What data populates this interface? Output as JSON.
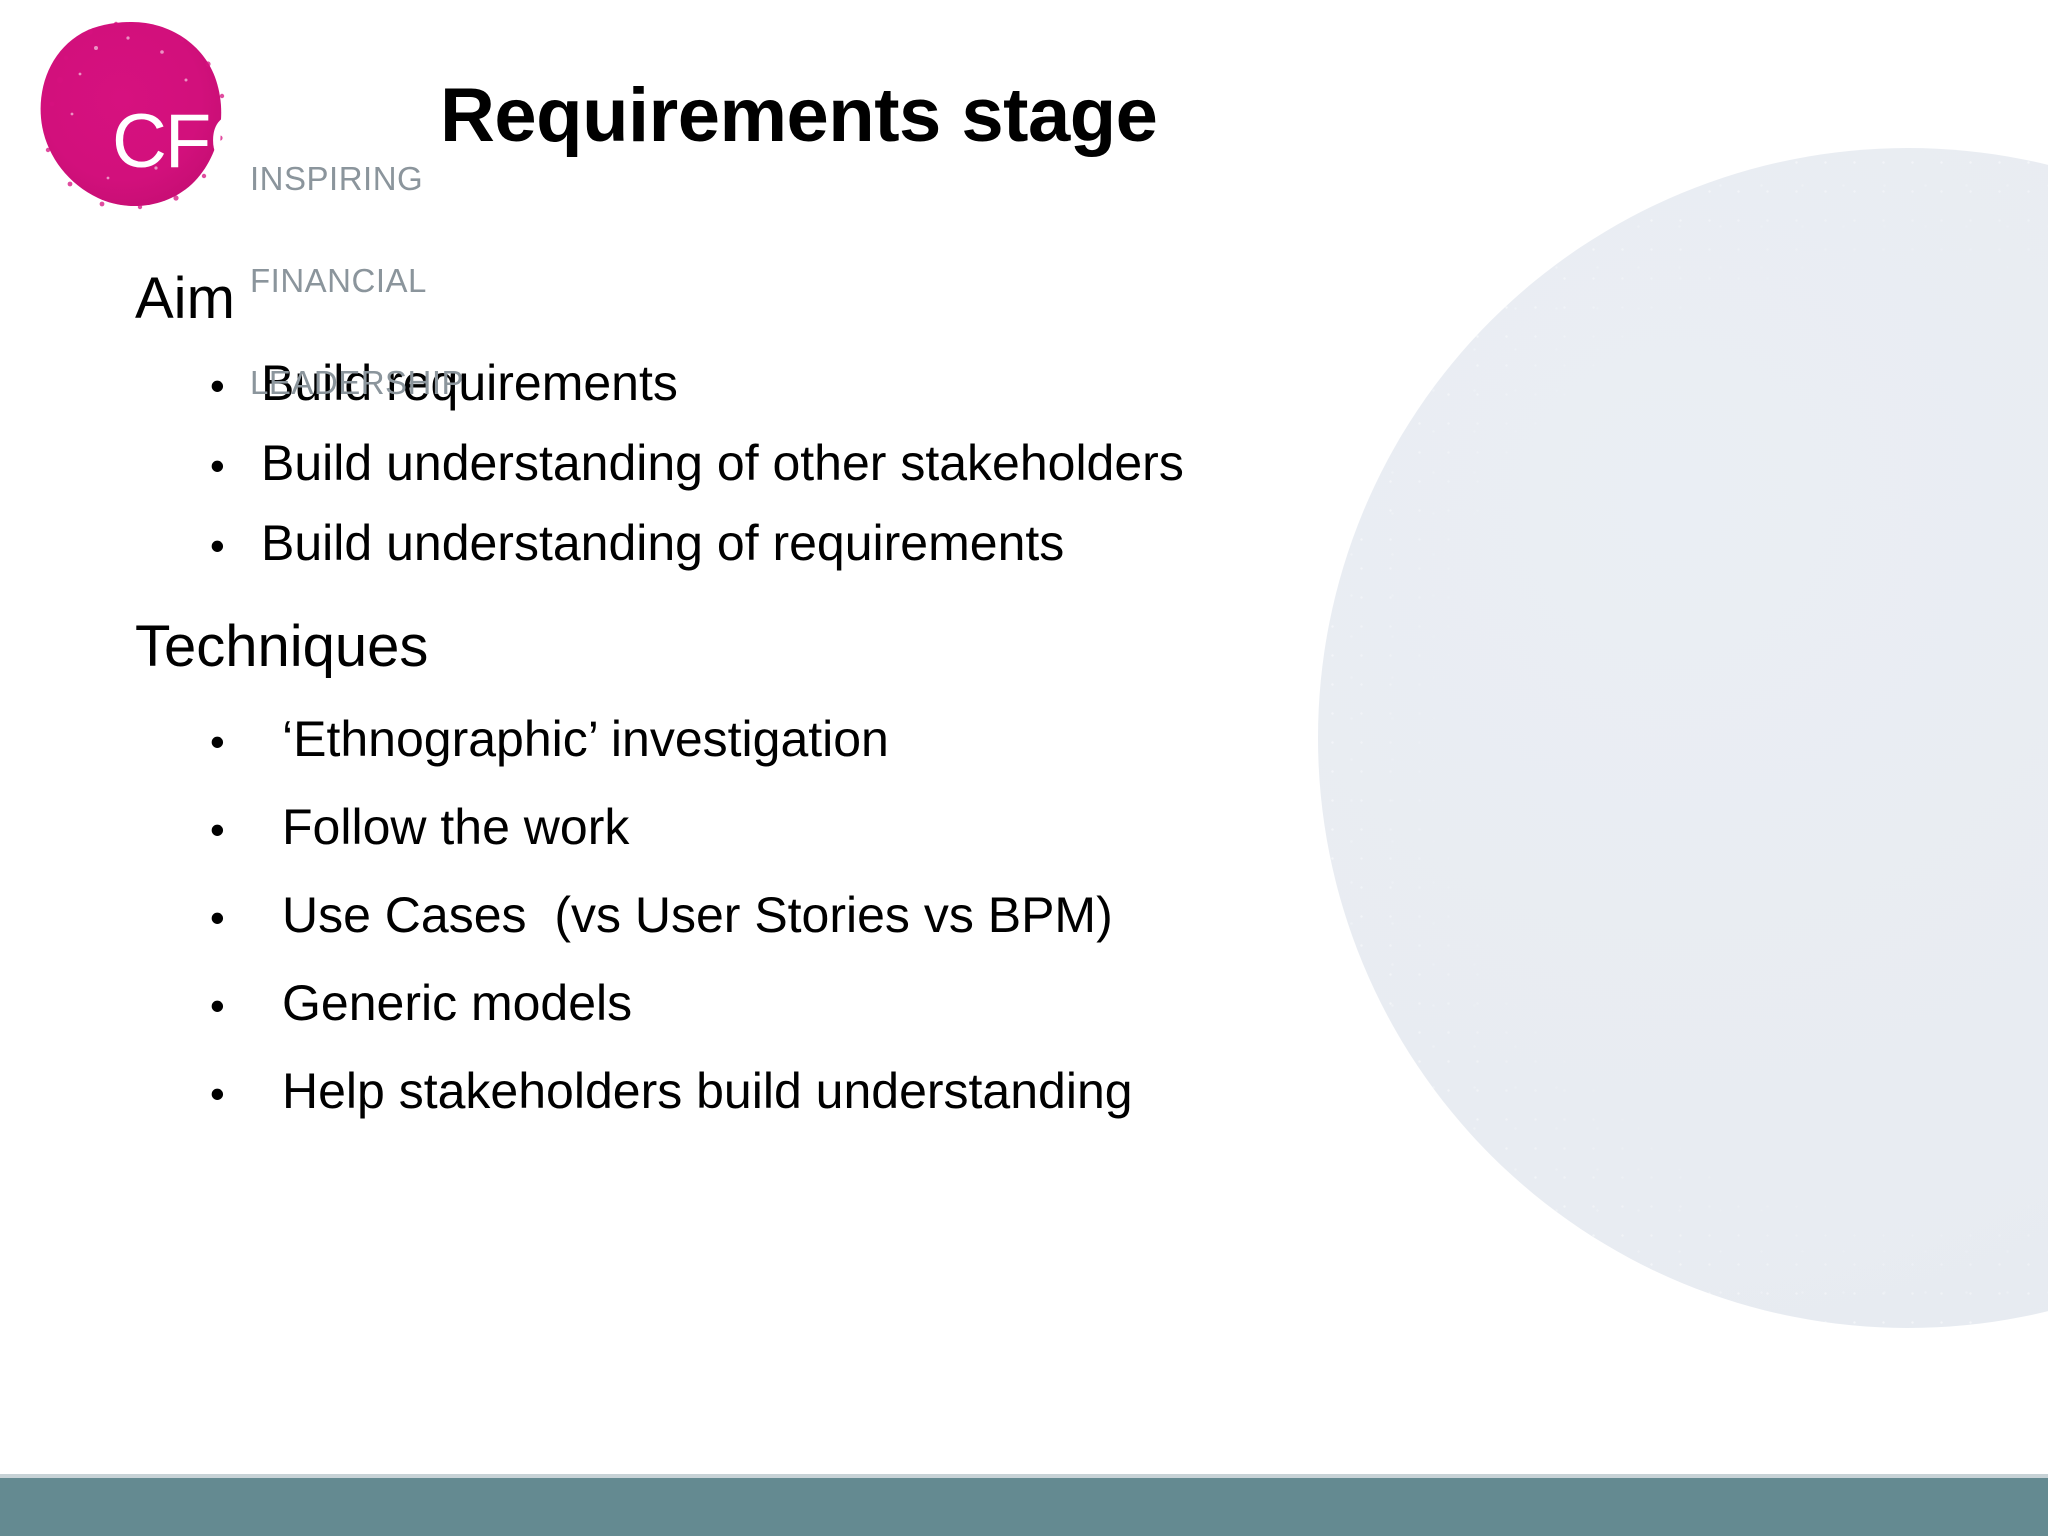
{
  "slide": {
    "title": "Requirements stage",
    "background_color": "#ffffff",
    "accent_bar_color": "#648a91",
    "accent_hairline_color": "#c7d2d6",
    "decorative_circle_color": "#e7ebf1"
  },
  "logo": {
    "mark_text": "CFG",
    "mark_color": "#d6117f",
    "mark_text_color": "#ffffff",
    "tagline_color": "#8b959c",
    "tagline_lines": [
      "INSPIRING",
      "FINANCIAL",
      "LEADERSHIP"
    ],
    "tagline_line1": "INSPIRING",
    "tagline_line2": "FINANCIAL",
    "tagline_line3": "LEADERSHIP"
  },
  "content": {
    "groups": [
      {
        "heading": "Aim",
        "bullet_glyph": "•",
        "indent": "narrow",
        "items": [
          "Build requirements",
          "Build understanding of other stakeholders",
          "Build understanding of requirements"
        ]
      },
      {
        "heading": "Techniques",
        "bullet_glyph": "•",
        "indent": "wide",
        "items": [
          "‘Ethnographic’ investigation",
          "Follow the work",
          "Use Cases  (vs User Stories vs BPM)",
          "Generic models",
          "Help stakeholders build understanding"
        ]
      }
    ]
  }
}
